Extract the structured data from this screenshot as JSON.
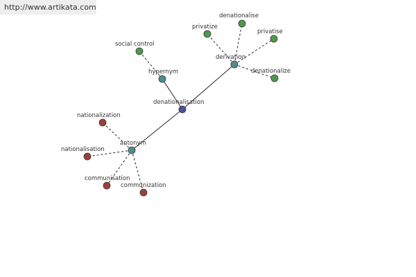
{
  "watermark": "http://www.artikata.com",
  "colors": {
    "center": "#4a4f9c",
    "relation": "#4f8c8c",
    "green": "#4c9a4c",
    "red": "#9c3f3a"
  },
  "graph": {
    "nodes": [
      {
        "id": "denationalisation",
        "label": "denationalisation",
        "kind": "center"
      },
      {
        "id": "hypernym",
        "label": "hypernym",
        "kind": "relation"
      },
      {
        "id": "derivation",
        "label": "derivation",
        "kind": "relation"
      },
      {
        "id": "antonym",
        "label": "antonym",
        "kind": "relation"
      },
      {
        "id": "social-control",
        "label": "social control",
        "kind": "green"
      },
      {
        "id": "privatize",
        "label": "privatize",
        "kind": "green"
      },
      {
        "id": "denationalise",
        "label": "denationalise",
        "kind": "green"
      },
      {
        "id": "privatise",
        "label": "privatise",
        "kind": "green"
      },
      {
        "id": "denationalize",
        "label": "denationalize",
        "kind": "green"
      },
      {
        "id": "nationalization",
        "label": "nationalization",
        "kind": "red"
      },
      {
        "id": "nationalisation",
        "label": "nationalisation",
        "kind": "red"
      },
      {
        "id": "communisation",
        "label": "communisation",
        "kind": "red"
      },
      {
        "id": "communization",
        "label": "communization",
        "kind": "red"
      }
    ],
    "edges": [
      {
        "from": "denationalisation",
        "to": "hypernym",
        "style": "solid"
      },
      {
        "from": "denationalisation",
        "to": "derivation",
        "style": "solid"
      },
      {
        "from": "denationalisation",
        "to": "antonym",
        "style": "solid"
      },
      {
        "from": "hypernym",
        "to": "social-control",
        "style": "dashed"
      },
      {
        "from": "derivation",
        "to": "privatize",
        "style": "dashed"
      },
      {
        "from": "derivation",
        "to": "denationalise",
        "style": "dashed"
      },
      {
        "from": "derivation",
        "to": "privatise",
        "style": "dashed"
      },
      {
        "from": "derivation",
        "to": "denationalize",
        "style": "dashed"
      },
      {
        "from": "antonym",
        "to": "nationalization",
        "style": "dashed"
      },
      {
        "from": "antonym",
        "to": "nationalisation",
        "style": "dashed"
      },
      {
        "from": "antonym",
        "to": "communisation",
        "style": "dashed"
      },
      {
        "from": "antonym",
        "to": "communization",
        "style": "dashed"
      }
    ]
  }
}
